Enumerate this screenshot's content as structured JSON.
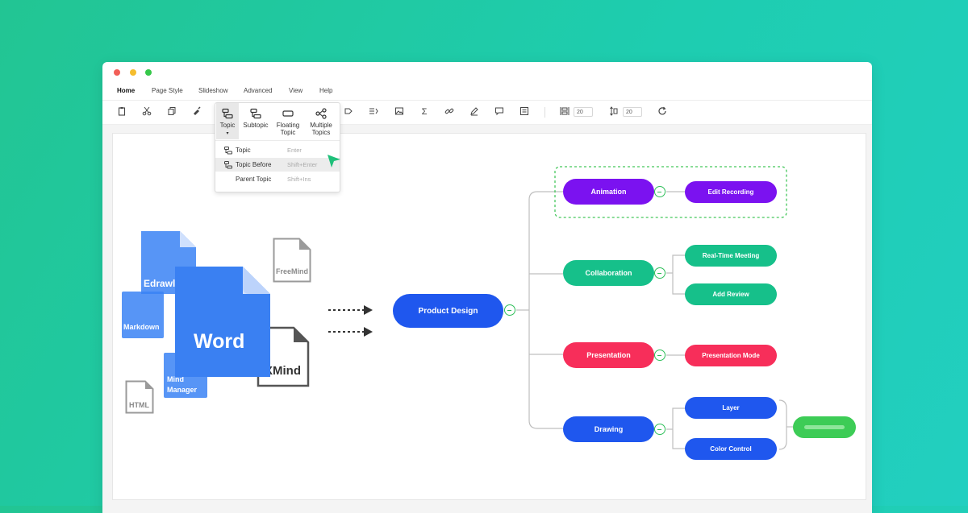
{
  "menu": {
    "items": [
      "Home",
      "Page Style",
      "Slideshow",
      "Advanced",
      "View",
      "Help"
    ]
  },
  "toolbar": {
    "width_value": "20",
    "height_value": "20"
  },
  "dropdown": {
    "buttons": [
      {
        "label": "Topic"
      },
      {
        "label": "Subtopic"
      },
      {
        "label": "Floating Topic"
      },
      {
        "label": "Multiple Topics"
      }
    ],
    "rows": [
      {
        "label": "Topic",
        "shortcut": "Enter"
      },
      {
        "label": "Topic Before",
        "shortcut": "Shift+Enter"
      },
      {
        "label": "Parent Topic",
        "shortcut": "Shift+Ins"
      }
    ]
  },
  "files": {
    "edraw": "Edrawl",
    "markdown": "Markdown",
    "word": "Word",
    "mindmanager": "Mind Manager",
    "freemind": "FreeMind",
    "xmind": "XMind",
    "html": "HTML"
  },
  "mindmap": {
    "root": "Product Design",
    "branches": [
      {
        "label": "Animation",
        "color": "#7b12f0",
        "children": [
          "Edit Recording"
        ]
      },
      {
        "label": "Collaboration",
        "color": "#16c08a",
        "children": [
          "Real-Time Meeting",
          "Add Review"
        ]
      },
      {
        "label": "Presentation",
        "color": "#f72e5a",
        "children": [
          "Presentation Mode"
        ]
      },
      {
        "label": "Drawing",
        "color": "#1f57ee",
        "children": [
          "Layer",
          "Color Control"
        ]
      }
    ],
    "root_color": "#1f57ee",
    "summary_color": "#3dcc56"
  }
}
